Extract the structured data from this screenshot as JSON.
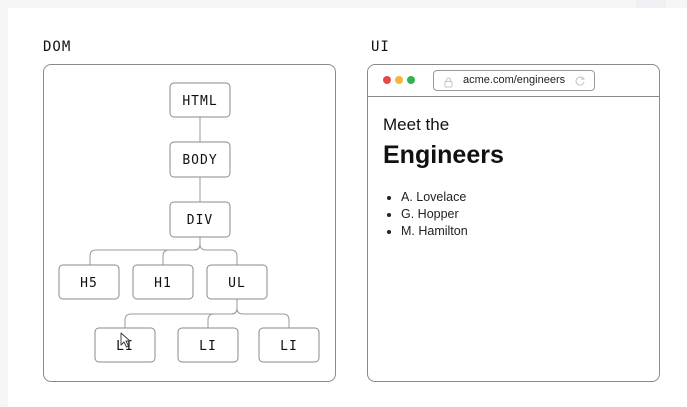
{
  "dom": {
    "label": "DOM",
    "nodes": {
      "html": "HTML",
      "body": "BODY",
      "div": "DIV",
      "h5": "H5",
      "h1": "H1",
      "ul": "UL",
      "li1": "LI",
      "li2": "LI",
      "li3": "LI"
    }
  },
  "ui": {
    "label": "UI",
    "browser": {
      "url": "acme.com/engineers",
      "dots": [
        "#e5484d",
        "#f5b53a",
        "#30b453"
      ]
    },
    "content": {
      "intro": "Meet the",
      "title": "Engineers",
      "items": [
        "A. Lovelace",
        "G. Hopper",
        "M. Hamilton"
      ]
    }
  },
  "colors": {
    "border": "#8a8a8a",
    "text": "#111111"
  },
  "icons": [
    "lock-icon",
    "reload-icon",
    "mouse-cursor-icon"
  ]
}
